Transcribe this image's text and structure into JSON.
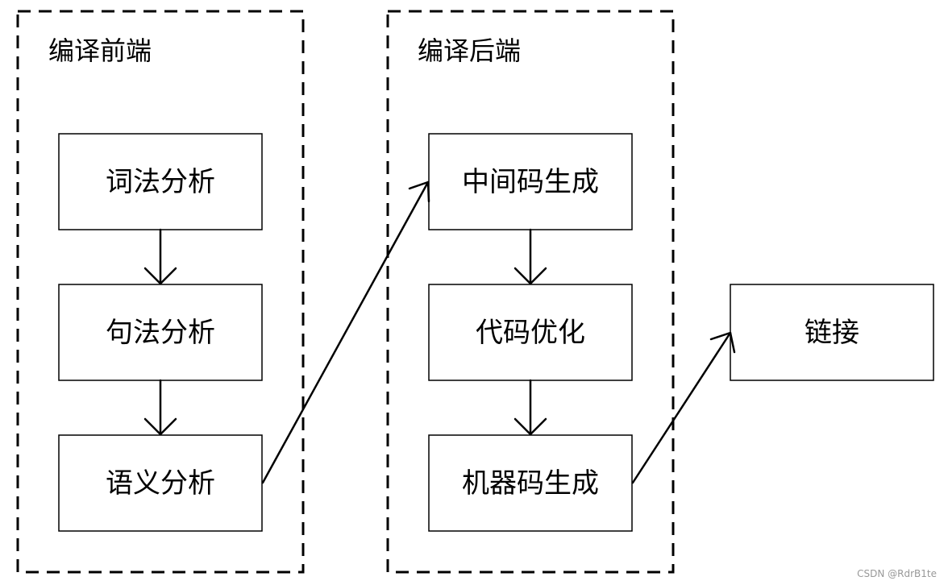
{
  "groups": {
    "frontend": {
      "label": "编译前端"
    },
    "backend": {
      "label": "编译后端"
    }
  },
  "nodes": {
    "lexical": "词法分析",
    "syntax": "句法分析",
    "semantic": "语义分析",
    "ir_gen": "中间码生成",
    "optimize": "代码优化",
    "codegen": "机器码生成",
    "link": "链接"
  },
  "edges": [
    {
      "from": "lexical",
      "to": "syntax"
    },
    {
      "from": "syntax",
      "to": "semantic"
    },
    {
      "from": "semantic",
      "to": "ir_gen"
    },
    {
      "from": "ir_gen",
      "to": "optimize"
    },
    {
      "from": "optimize",
      "to": "codegen"
    },
    {
      "from": "codegen",
      "to": "link"
    }
  ],
  "watermark": "CSDN @RdrB1te"
}
